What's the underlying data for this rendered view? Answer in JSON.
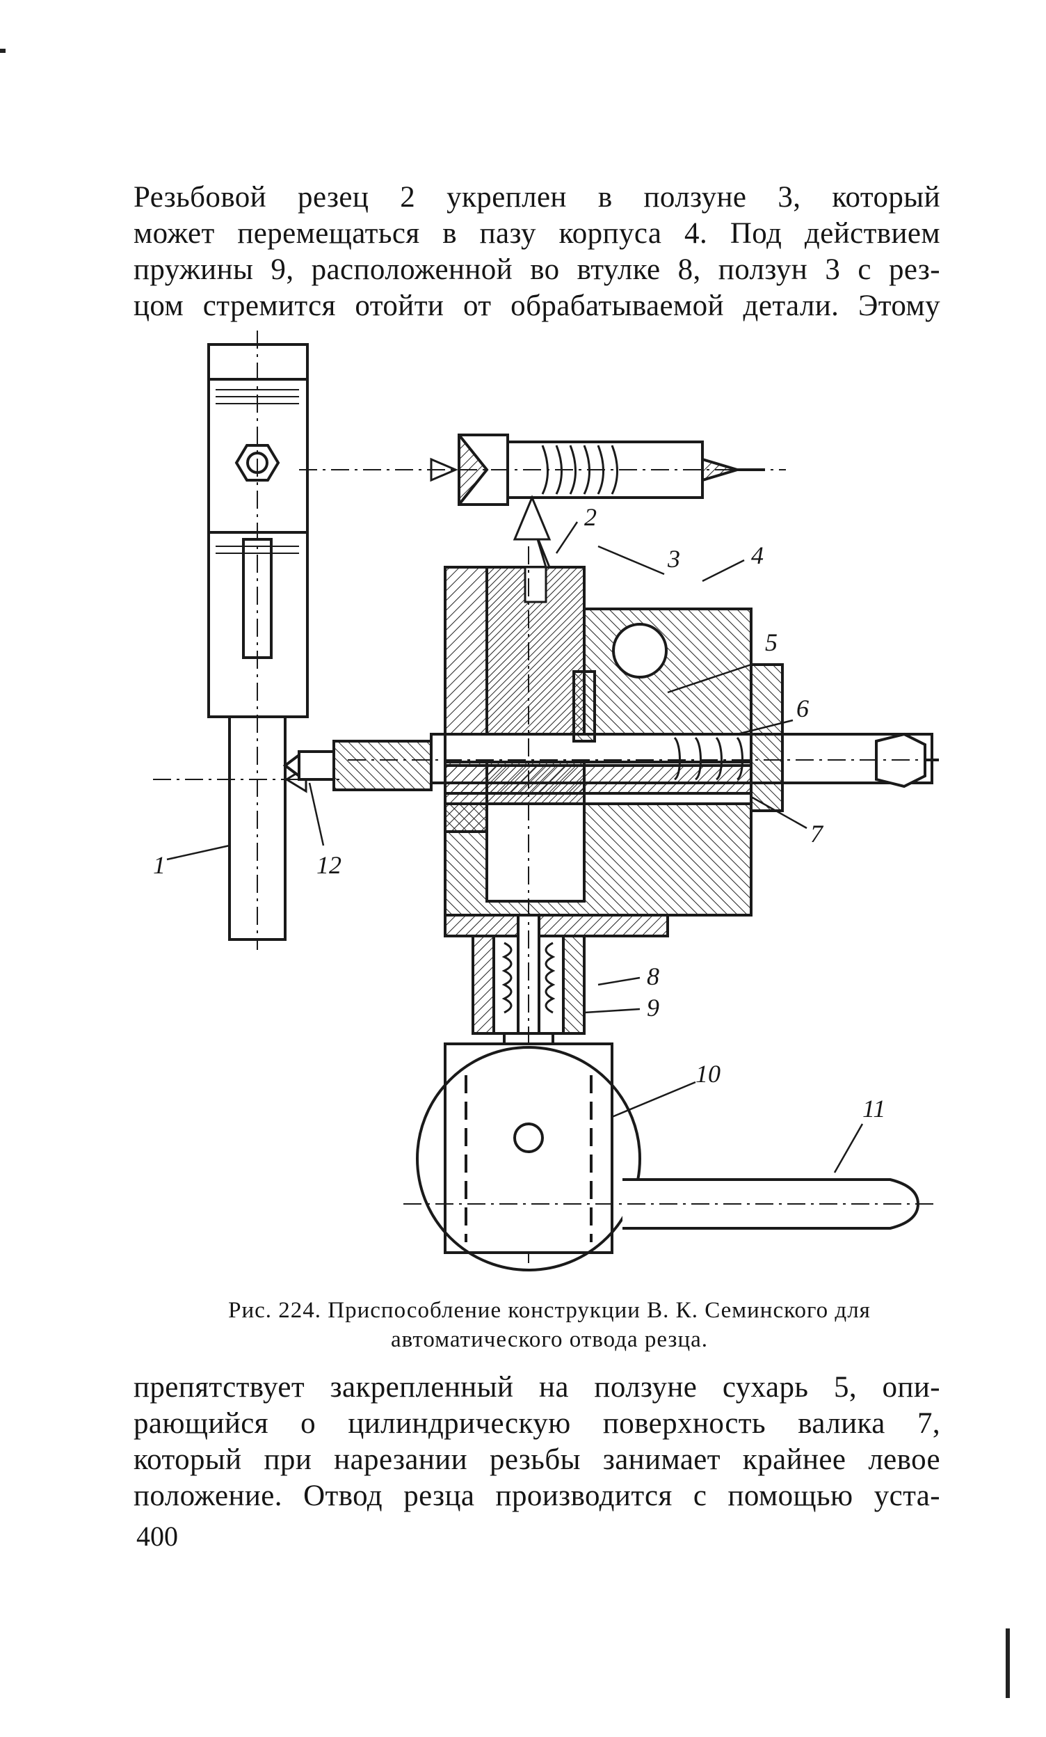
{
  "paragraph_top": {
    "lines": [
      "Резьбовой резец 2 укреплен в ползуне 3, который",
      "может перемещаться в пазу корпуса 4. Под действием",
      "пружины 9, расположенной во втулке 8, ползун 3 с рез-",
      "цом стремится отойти от обрабатываемой детали. Этому"
    ]
  },
  "figure": {
    "callouts": [
      "1",
      "2",
      "3",
      "4",
      "5",
      "6",
      "7",
      "8",
      "9",
      "10",
      "11",
      "12"
    ]
  },
  "caption": {
    "line1": "Рис. 224. Приспособление конструкции В. К. Семинского для",
    "line2": "автоматического отвода резца."
  },
  "paragraph_bottom": {
    "lines": [
      "препятствует закрепленный на ползуне сухарь 5, опи-",
      "рающийся о цилиндрическую поверхность валика 7,",
      "который при нарезании резьбы занимает крайнее левое",
      "положение. Отвод резца производится с помощью уста-"
    ]
  },
  "page_number": "400"
}
